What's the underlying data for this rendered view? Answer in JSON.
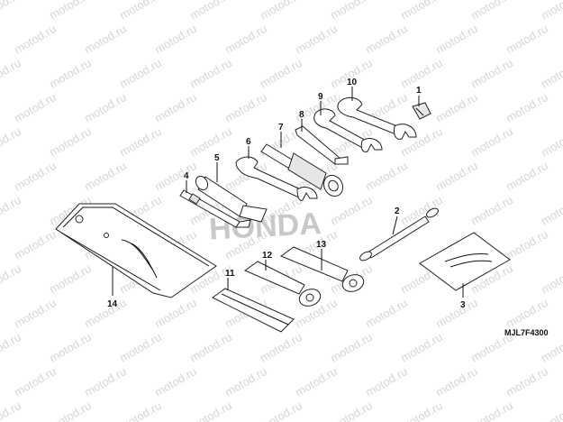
{
  "watermark": "motod.ru",
  "diagram_code": "MJL7F4300",
  "logo_text": "HONDA",
  "callouts": [
    "1",
    "2",
    "3",
    "4",
    "5",
    "6",
    "7",
    "8",
    "9",
    "10",
    "11",
    "12",
    "13",
    "14"
  ],
  "parts": [
    {
      "number": "1",
      "icon": "clip-icon"
    },
    {
      "number": "2",
      "icon": "cable-icon"
    },
    {
      "number": "3",
      "icon": "card-icon"
    },
    {
      "number": "4",
      "icon": "screwdriver-icon"
    },
    {
      "number": "5",
      "icon": "socket-icon"
    },
    {
      "number": "6",
      "icon": "wrench-icon"
    },
    {
      "number": "7",
      "icon": "socket-wrench-icon"
    },
    {
      "number": "8",
      "icon": "hex-key-icon"
    },
    {
      "number": "9",
      "icon": "wrench-icon"
    },
    {
      "number": "10",
      "icon": "wrench-icon"
    },
    {
      "number": "11",
      "icon": "handle-icon"
    },
    {
      "number": "12",
      "icon": "spanner-icon"
    },
    {
      "number": "13",
      "icon": "spanner-icon"
    },
    {
      "number": "14",
      "icon": "tool-bag-icon"
    }
  ],
  "colors": {
    "line": "#111111",
    "watermark": "#d6d6d6",
    "logo": "#c8c8c8"
  }
}
